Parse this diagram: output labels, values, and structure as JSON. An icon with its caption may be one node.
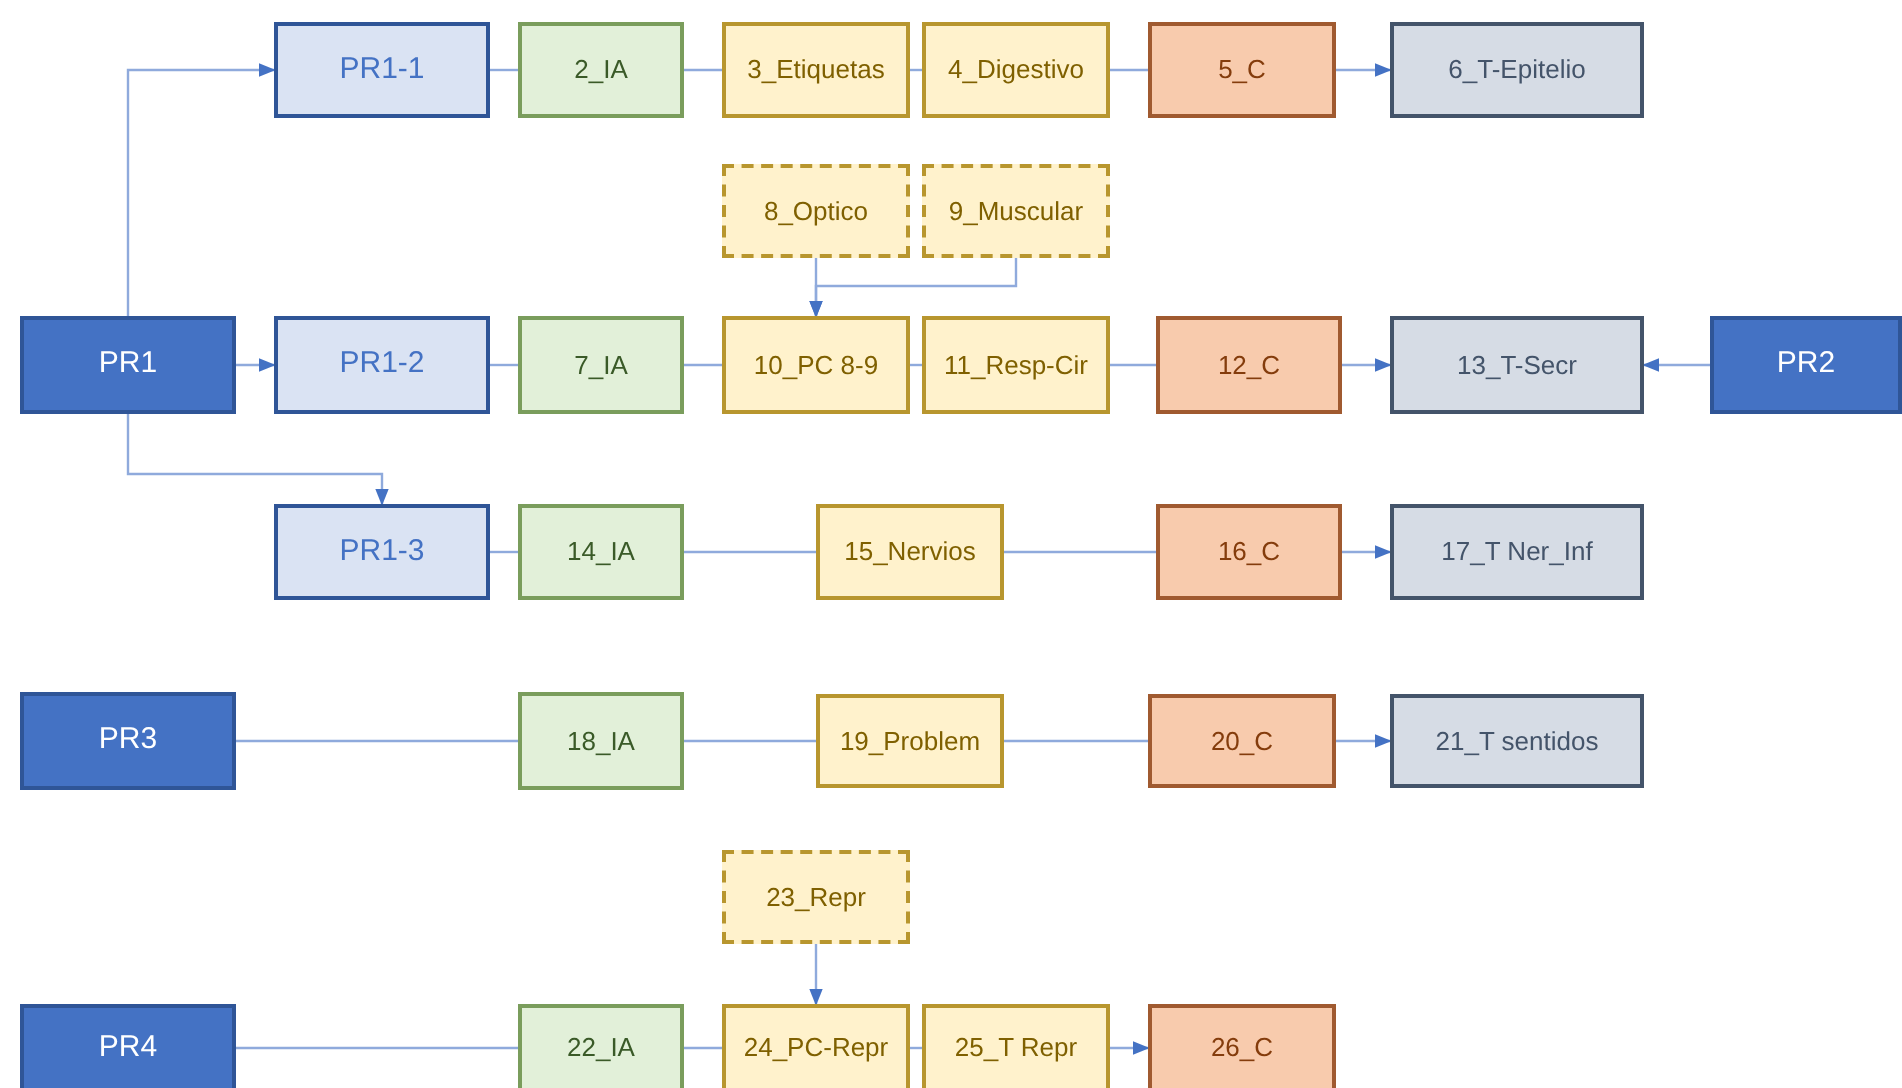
{
  "diagram": {
    "nodes": [
      {
        "text": [
          "PR1-1"
        ]
      },
      {
        "text": [
          "2_IA"
        ]
      },
      {
        "text": [
          "3_Etiquetas"
        ]
      },
      {
        "text": [
          "4_Digestivo"
        ]
      },
      {
        "text": [
          "5_C"
        ]
      },
      {
        "text": [
          "6_T-Epitelio"
        ]
      },
      {
        "text": [
          "8_Optico"
        ]
      },
      {
        "text": [
          "9_Muscular"
        ]
      },
      {
        "text": [
          "PR1"
        ]
      },
      {
        "text": [
          "PR1-2"
        ]
      },
      {
        "text": [
          "7_IA"
        ]
      },
      {
        "text": [
          "10_PC 8-9"
        ]
      },
      {
        "text": [
          "11_Resp-Cir"
        ]
      },
      {
        "text": [
          "12_C"
        ]
      },
      {
        "text": [
          "13_T-Secr"
        ]
      },
      {
        "text": [
          "PR2"
        ]
      },
      {
        "text": [
          "PR1-3"
        ]
      },
      {
        "text": [
          "14_IA"
        ]
      },
      {
        "text": [
          "15_Nervios"
        ]
      },
      {
        "text": [
          "16_C"
        ]
      },
      {
        "text": [
          "17_T Ner_Inf"
        ]
      },
      {
        "text": [
          "PR3"
        ]
      },
      {
        "text": [
          "18_IA"
        ]
      },
      {
        "text": [
          "19_Problem"
        ]
      },
      {
        "text": [
          "20_C"
        ]
      },
      {
        "text": [
          "21_T sentidos"
        ]
      },
      {
        "text": [
          "23_Repr"
        ]
      },
      {
        "text": [
          "PR4"
        ]
      },
      {
        "text": [
          "22_IA"
        ]
      },
      {
        "text": [
          "24_PC-Repr"
        ]
      },
      {
        "text": [
          "25_T Repr"
        ]
      },
      {
        "text": [
          "26_C"
        ]
      }
    ],
    "edges": [
      {
        "from": 8,
        "to": 0,
        "arrow": "to"
      },
      {
        "from": 8,
        "to": 9,
        "arrow": "to"
      },
      {
        "from": 8,
        "to": 16,
        "arrow": "to"
      },
      {
        "from": 0,
        "to": 1,
        "arrow": "none"
      },
      {
        "from": 1,
        "to": 2,
        "arrow": "none"
      },
      {
        "from": 2,
        "to": 3,
        "arrow": "none"
      },
      {
        "from": 3,
        "to": 4,
        "arrow": "none"
      },
      {
        "from": 4,
        "to": 5,
        "arrow": "to"
      },
      {
        "from": 6,
        "to": 11,
        "arrow": "to"
      },
      {
        "from": 7,
        "to": 11,
        "arrow": "to"
      },
      {
        "from": 9,
        "to": 10,
        "arrow": "none"
      },
      {
        "from": 10,
        "to": 11,
        "arrow": "none"
      },
      {
        "from": 11,
        "to": 12,
        "arrow": "none"
      },
      {
        "from": 12,
        "to": 13,
        "arrow": "none"
      },
      {
        "from": 13,
        "to": 14,
        "arrow": "to"
      },
      {
        "from": 15,
        "to": 14,
        "arrow": "to"
      },
      {
        "from": 16,
        "to": 17,
        "arrow": "none"
      },
      {
        "from": 17,
        "to": 18,
        "arrow": "none"
      },
      {
        "from": 18,
        "to": 19,
        "arrow": "none"
      },
      {
        "from": 19,
        "to": 20,
        "arrow": "to"
      },
      {
        "from": 21,
        "to": 22,
        "arrow": "none"
      },
      {
        "from": 22,
        "to": 23,
        "arrow": "none"
      },
      {
        "from": 23,
        "to": 24,
        "arrow": "none"
      },
      {
        "from": 24,
        "to": 25,
        "arrow": "to"
      },
      {
        "from": 26,
        "to": 29,
        "arrow": "to"
      },
      {
        "from": 27,
        "to": 28,
        "arrow": "none"
      },
      {
        "from": 28,
        "to": 29,
        "arrow": "none"
      },
      {
        "from": 29,
        "to": 30,
        "arrow": "none"
      },
      {
        "from": 30,
        "to": 31,
        "arrow": "to"
      }
    ]
  }
}
